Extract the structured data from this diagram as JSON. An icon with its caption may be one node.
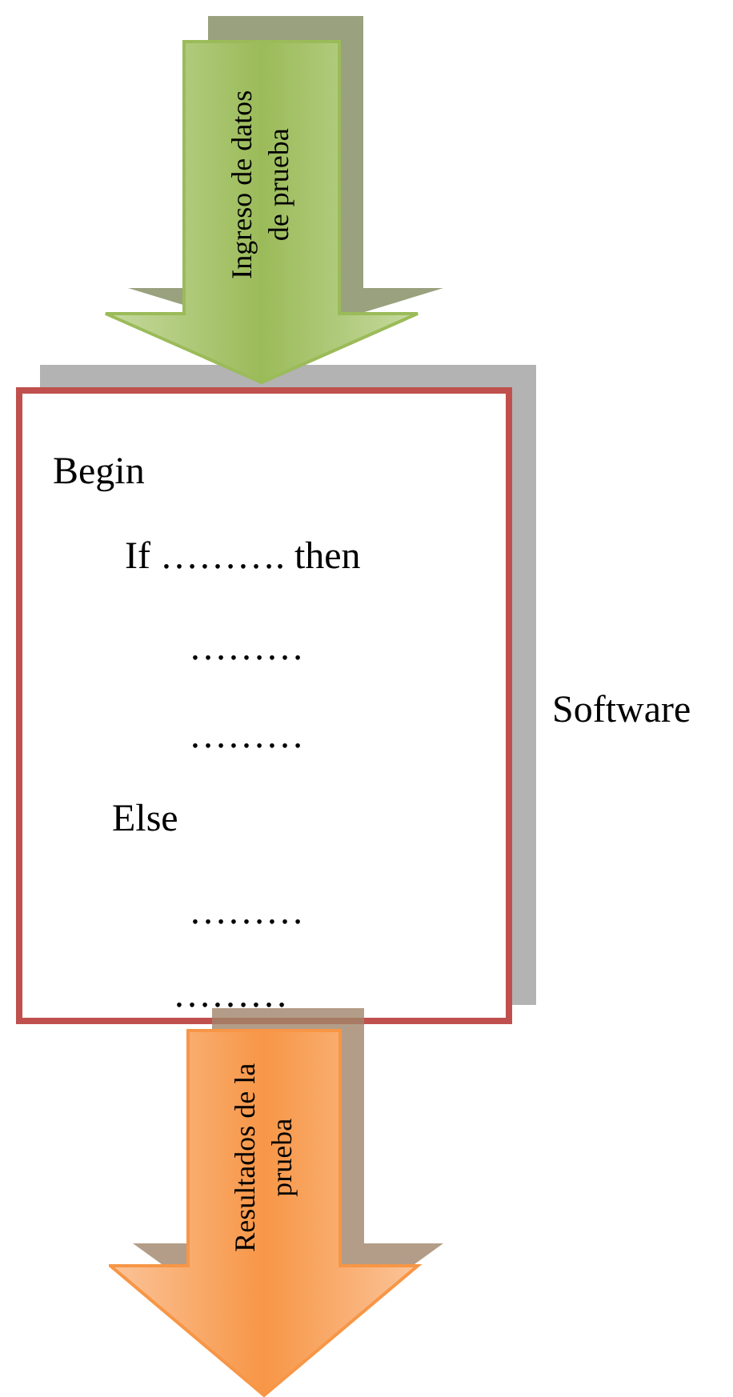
{
  "diagram": {
    "nodes": [
      {
        "text": [
          "Ingreso de datos de prueba"
        ]
      },
      {
        "text": [
          "Begin",
          "If ………. then",
          "………",
          "………",
          "Else",
          "………",
          "………"
        ],
        "beside": [
          "Software"
        ]
      },
      {
        "text": [
          "Resultados de la prueba"
        ]
      }
    ]
  }
}
